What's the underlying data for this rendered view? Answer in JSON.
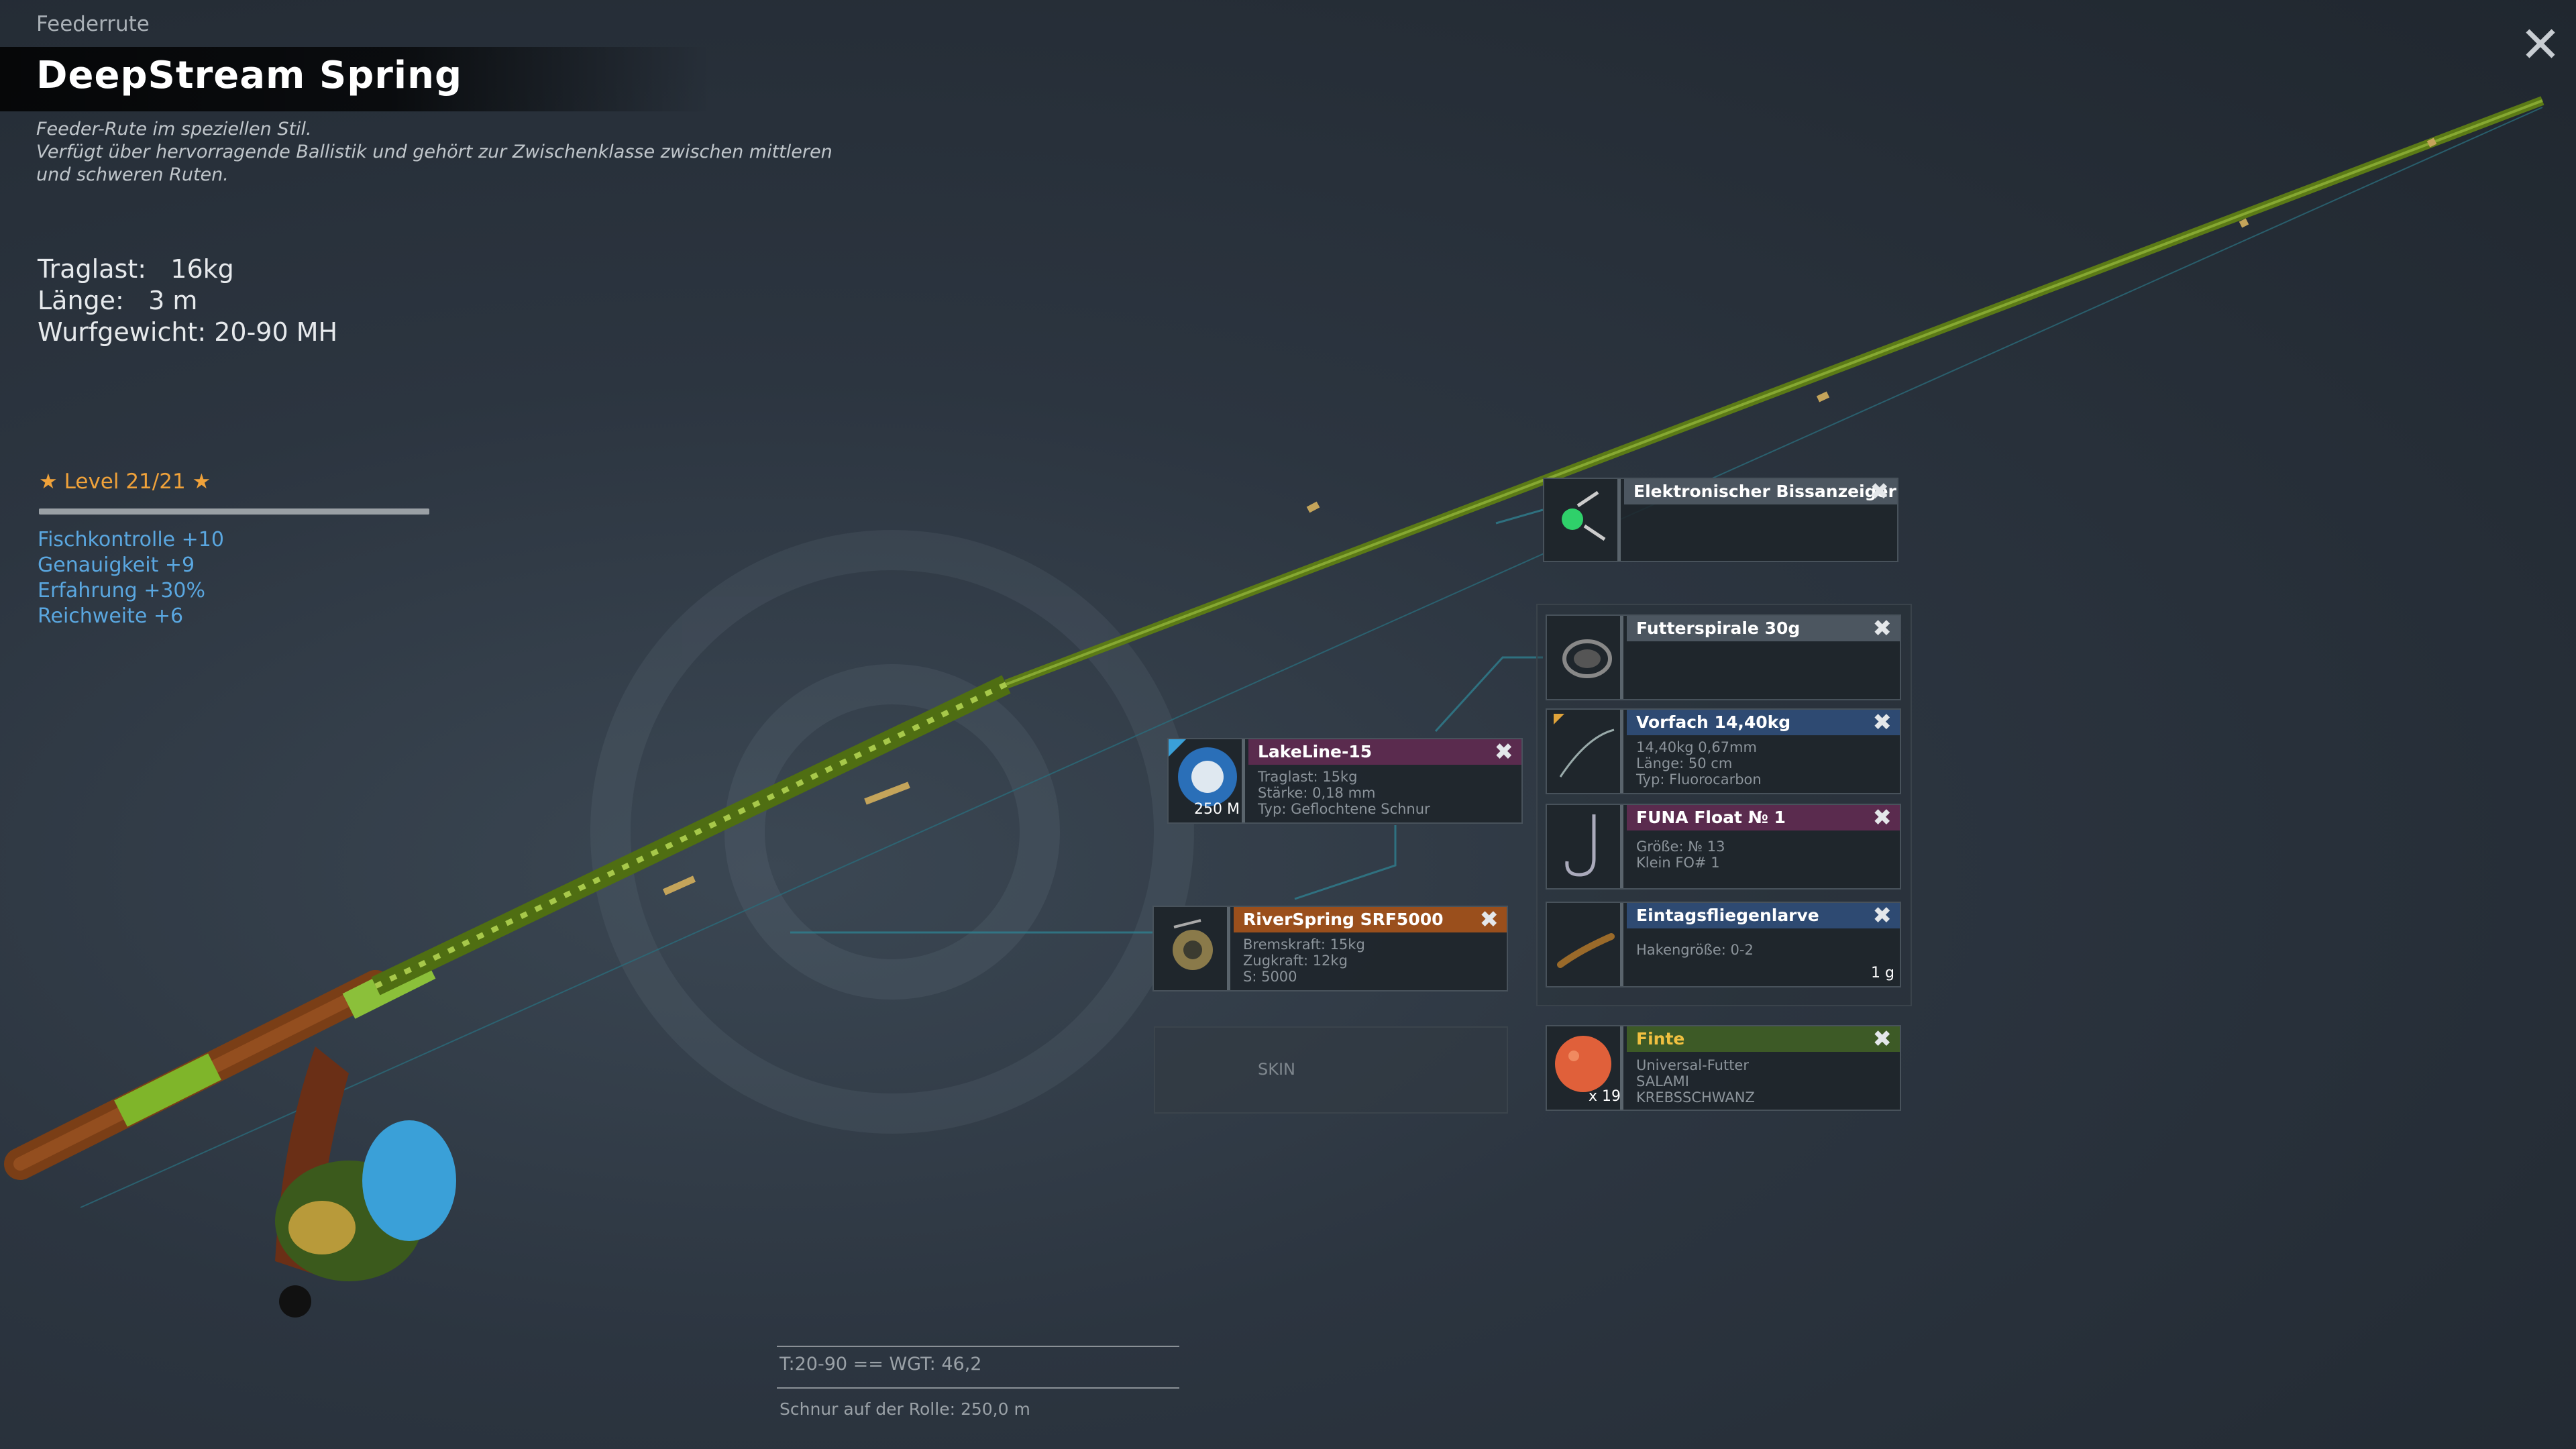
{
  "header": {
    "category": "Feederrute",
    "title": "DeepStream Spring",
    "description": [
      "Feeder-Rute im speziellen Stil.",
      "Verfügt über hervorragende Ballistik und gehört zur Zwischenklasse zwischen mittleren",
      "und schweren Ruten."
    ],
    "close_label": "✕"
  },
  "stats": {
    "load_label": "Traglast:",
    "load_value": "16kg",
    "length_label": "Länge:",
    "length_value": "3 m",
    "cast_label": "Wurfgewicht:",
    "cast_value": "20-90 MH"
  },
  "level": {
    "label": "★ Level 21/21 ★",
    "progress": 1.0,
    "bonuses": [
      "Fischkontrolle +10",
      "Genauigkeit +9",
      "Erfahrung +30%",
      "Reichweite +6"
    ]
  },
  "equipment": {
    "bite_alarm": {
      "name": "Elektronischer Bissanzeiger",
      "icon": "bite-alarm-icon"
    },
    "feeder": {
      "name": "Futterspirale 30g",
      "icon": "feeder-spiral-icon"
    },
    "leader": {
      "name": "Vorfach  14,40kg",
      "lines": [
        "14,40kg   0,67mm",
        "Länge:   50 cm",
        "Typ: Fluorocarbon"
      ],
      "icon": "leader-line-icon"
    },
    "hook": {
      "name": "FUNA Float № 1",
      "lines": [
        "Größe: № 13",
        "Klein FO# 1"
      ],
      "icon": "hook-icon"
    },
    "bait": {
      "name": "Eintagsfliegenlarve",
      "lines": [
        "Hakengröße: 0-2"
      ],
      "qty": "1 g",
      "icon": "larva-icon"
    },
    "groundbait": {
      "name": "Finte",
      "lines": [
        "Universal-Futter",
        "SALAMI",
        "KREBSSCHWANZ"
      ],
      "qty": "x 19",
      "icon": "groundbait-ball-icon"
    },
    "line": {
      "name": "LakeLine-15",
      "lines": [
        "Traglast:   15kg",
        "Stärke:   0,18 mm",
        "Typ: Geflochtene Schnur"
      ],
      "spool": "250 M",
      "icon": "line-spool-icon"
    },
    "reel": {
      "name": "RiverSpring SRF5000",
      "lines": [
        "Bremskraft:   15kg",
        "Zugkraft:   12kg",
        "S: 5000"
      ],
      "icon": "reel-icon"
    },
    "skin_label": "SKIN",
    "remove_label": "✖"
  },
  "footer": {
    "tension": "T:20-90  == WGT: 46,2",
    "spool_line": "Schnur auf der Rolle: 250,0 m"
  },
  "colors": {
    "accent_orange": "#f0a23a",
    "bonus_blue": "#5aa7e0",
    "rod_green": "#6b8a1a",
    "rod_cork": "#8a4a1c"
  }
}
